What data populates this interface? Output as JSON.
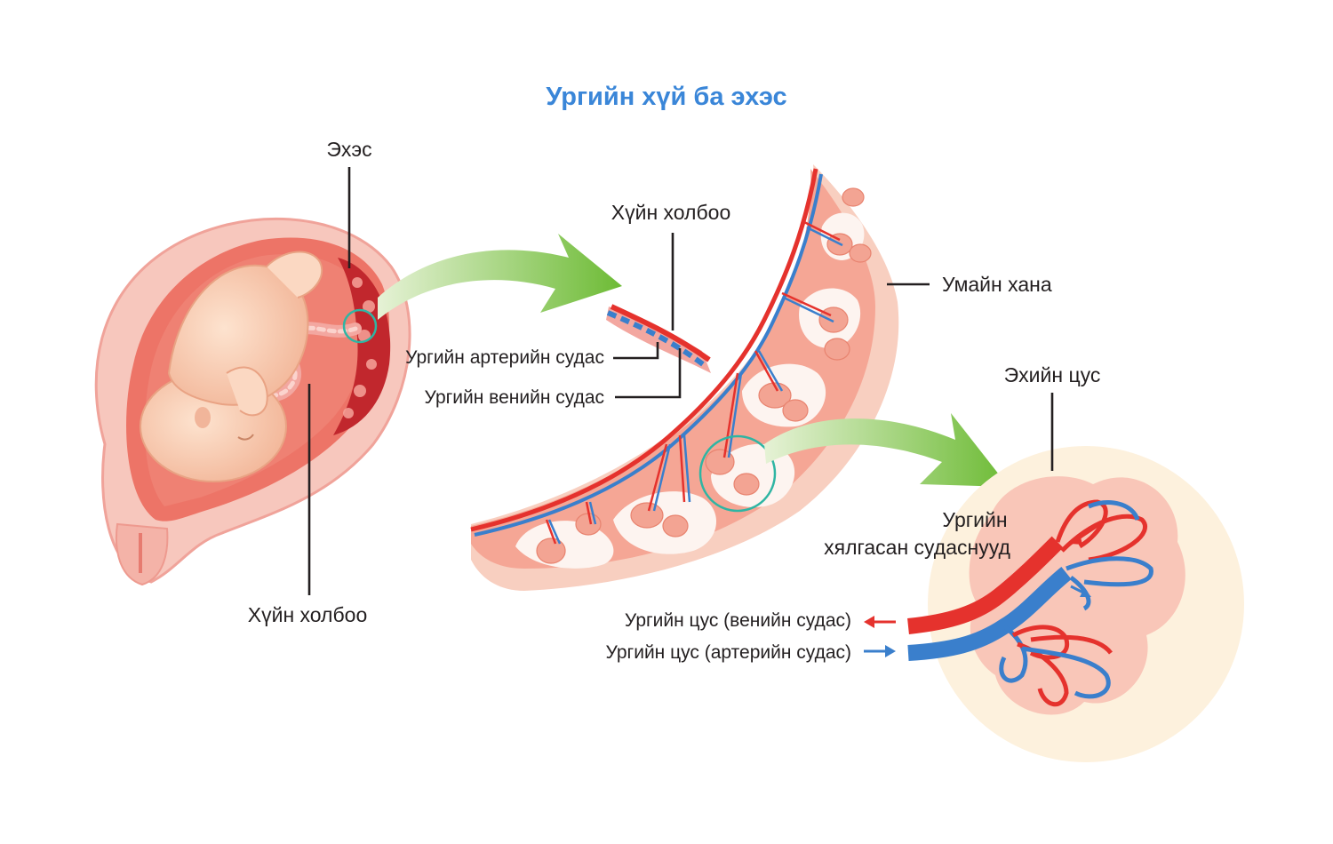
{
  "title": "Ургийн хүй ба эхэс",
  "labels": {
    "placenta": "Эхэс",
    "umbilical_cord_left": "Хүйн холбоо",
    "umbilical_cord_mid": "Хүйн холбоо",
    "umbilical_artery": "Ургийн артерийн судас",
    "umbilical_vein": "Ургийн венийн судас",
    "uterine_wall": "Умайн хана",
    "maternal_blood": "Эхийн цус",
    "fetal_capillaries_line1": "Ургийн",
    "fetal_capillaries_line2": "хялгасан судаснууд",
    "legend_vein": "Ургийн цус (венийн судас)",
    "legend_artery": "Ургийн цус (артерийн судас)"
  },
  "colors": {
    "title": "#3a86d8",
    "arrow_green": "#7ac143",
    "artery_red": "#e5322d",
    "vein_blue": "#3a7fcc",
    "tissue_pink": "#f5b8a8",
    "maternal_cream": "#fdf1dd",
    "zoom_circle": "#2fb5a3"
  }
}
